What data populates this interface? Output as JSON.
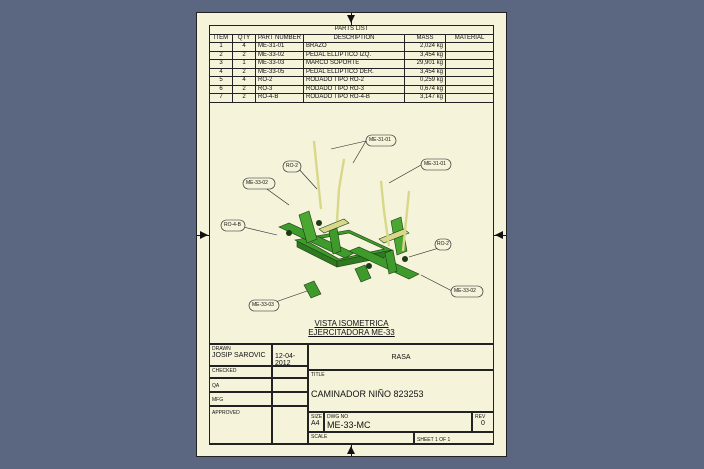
{
  "parts_list": {
    "title": "PARTS LIST",
    "headers": [
      "ITEM",
      "QTY",
      "PART NUMBER",
      "DESCRIPTION",
      "MASS",
      "MATERIAL"
    ],
    "rows": [
      {
        "item": "1",
        "qty": "4",
        "part": "ME-31-01",
        "desc": "BRAZO",
        "mass": "2,024 kg",
        "material": ""
      },
      {
        "item": "2",
        "qty": "2",
        "part": "ME-33-02",
        "desc": "PEDAL ELLIPTICO IZQ.",
        "mass": "3,454 kg",
        "material": ""
      },
      {
        "item": "3",
        "qty": "1",
        "part": "ME-33-03",
        "desc": "MARCO SOPORTE",
        "mass": "29,901 kg",
        "material": ""
      },
      {
        "item": "4",
        "qty": "2",
        "part": "ME-33-05",
        "desc": "PEDAL ELLIPTICO DER.",
        "mass": "3,454 kg",
        "material": ""
      },
      {
        "item": "5",
        "qty": "4",
        "part": "RO-2",
        "desc": "RODADO TIPO RO-2",
        "mass": "0,259 kg",
        "material": ""
      },
      {
        "item": "6",
        "qty": "2",
        "part": "RO-3",
        "desc": "RODADO TIPO RO-3",
        "mass": "0,674 kg",
        "material": ""
      },
      {
        "item": "7",
        "qty": "2",
        "part": "RO-4-B",
        "desc": "RODADO TIPO RO-4-B",
        "mass": "3,147 kg",
        "material": ""
      }
    ]
  },
  "balloons": {
    "me3101a": "ME-31-01",
    "me3101b": "ME-31-01",
    "ro2a": "RO-2",
    "ro2b": "RO-2",
    "me3302a": "ME-33-02",
    "me3302b": "ME-33-02",
    "ro4b": "RO-4-B",
    "me3303": "ME-33-03"
  },
  "view_caption": {
    "line1": "VISTA ISOMETRICA",
    "line2": "EJERCITADORA ME-33"
  },
  "title_block": {
    "drawn_label": "DRAWN",
    "drawn_by": "JOSIP SAROVIC",
    "date": "12-04-2012",
    "checked_label": "CHECKED",
    "qa_label": "QA",
    "mfg_label": "MFG",
    "approved_label": "APPROVED",
    "company": "RASA",
    "title_label": "TITLE",
    "title": "CAMINADOR NIÑO 823253",
    "size_label": "SIZE",
    "size": "A4",
    "dwg_label": "DWG NO",
    "dwg_no": "ME-33-MC",
    "rev_label": "REV",
    "rev": "0",
    "scale_label": "SCALE",
    "sheet": "SHEET 1  OF 1"
  },
  "colors": {
    "background": "#5b6680",
    "paper": "#f5f3da",
    "frame_green": "#3f9a2c",
    "tube_yellow": "#d8d88a"
  }
}
